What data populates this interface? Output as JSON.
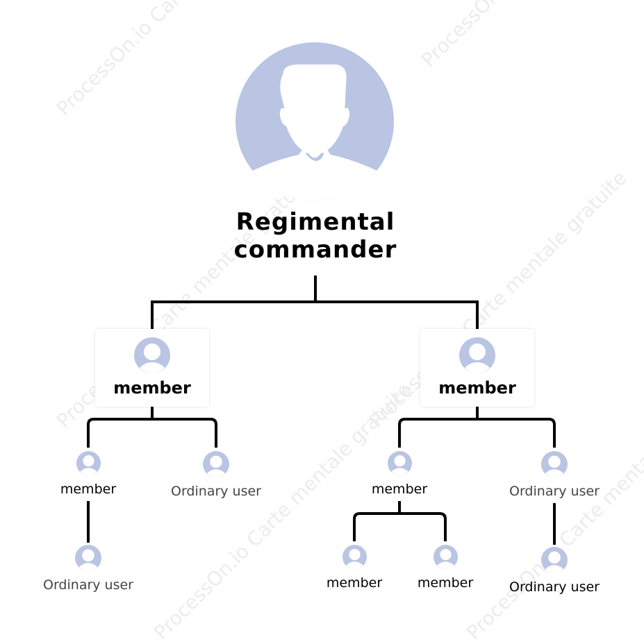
{
  "colors": {
    "avatar": "#b9c5e2",
    "line": "#000000",
    "watermark": "#ececec"
  },
  "watermark": {
    "text": "ProcessOn.io Carte mentale gratuite"
  },
  "root": {
    "label": "Regimental commander",
    "icon": "user-avatar-icon",
    "children": [
      {
        "label": "member",
        "icon": "user-avatar-icon",
        "children": [
          {
            "label": "member",
            "icon": "user-avatar-icon",
            "children": [
              {
                "label": "Ordinary user",
                "icon": "user-avatar-icon",
                "children": []
              }
            ]
          },
          {
            "label": "Ordinary user",
            "icon": "user-avatar-icon",
            "children": []
          }
        ]
      },
      {
        "label": "member",
        "icon": "user-avatar-icon",
        "children": [
          {
            "label": "member",
            "icon": "user-avatar-icon",
            "children": [
              {
                "label": "member",
                "icon": "user-avatar-icon",
                "children": []
              },
              {
                "label": "member",
                "icon": "user-avatar-icon",
                "children": []
              }
            ]
          },
          {
            "label": "Ordinary user",
            "icon": "user-avatar-icon",
            "children": [
              {
                "label": "Ordinary user",
                "icon": "user-avatar-icon",
                "children": []
              }
            ]
          }
        ]
      }
    ]
  }
}
